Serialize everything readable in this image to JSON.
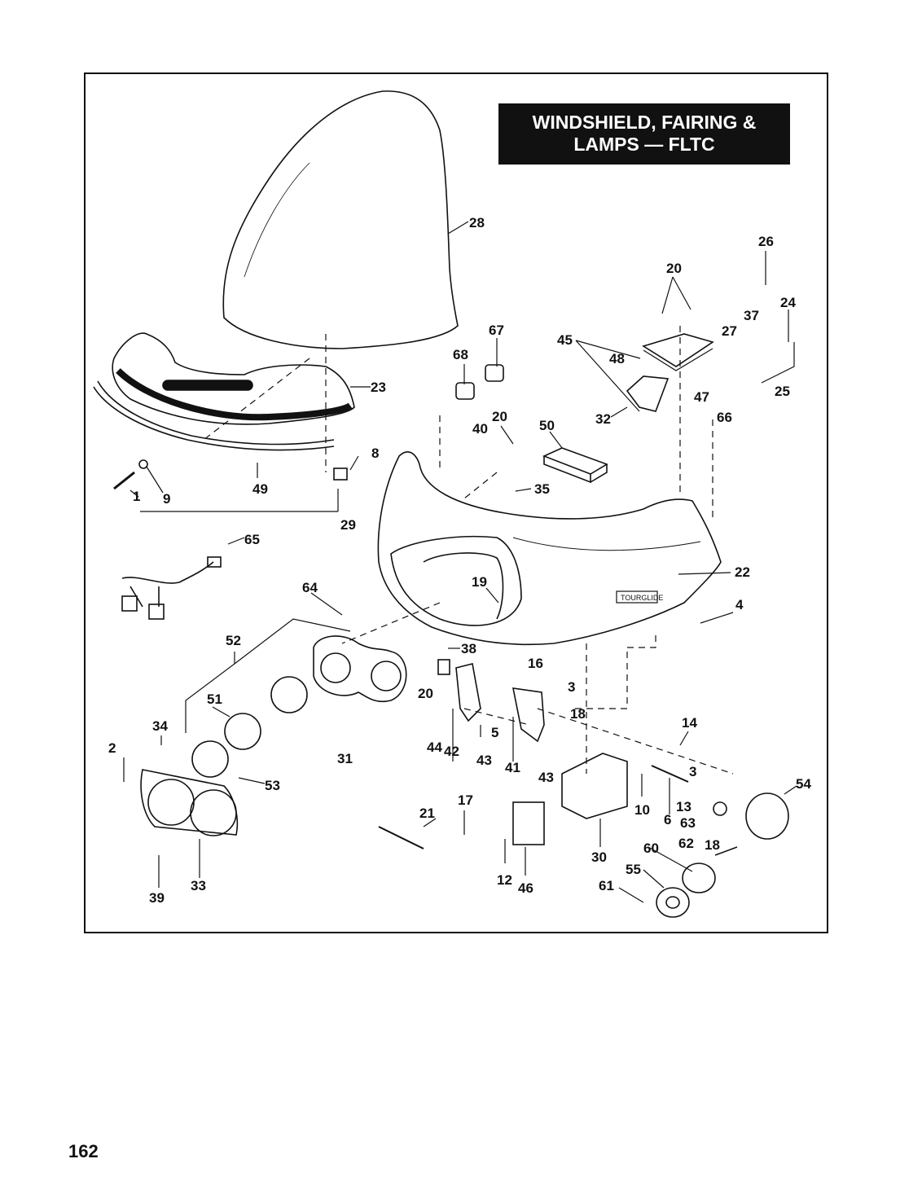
{
  "title": {
    "line1": "WINDSHIELD, FAIRING &",
    "line2": "LAMPS — FLTC"
  },
  "badge_text": "TOURGLIDE",
  "page_number": "162",
  "callouts": [
    "28",
    "26",
    "20",
    "24",
    "37",
    "27",
    "67",
    "45",
    "48",
    "68",
    "23",
    "47",
    "25",
    "20",
    "66",
    "32",
    "40",
    "50",
    "8",
    "35",
    "49",
    "1",
    "9",
    "29",
    "65",
    "22",
    "19",
    "4",
    "64",
    "38",
    "16",
    "52",
    "20",
    "3",
    "5",
    "51",
    "18",
    "34",
    "14",
    "31",
    "44",
    "42",
    "43",
    "41",
    "43",
    "2",
    "3",
    "53",
    "54",
    "10",
    "13",
    "6",
    "63",
    "21",
    "17",
    "30",
    "62",
    "18",
    "60",
    "12",
    "46",
    "55",
    "39",
    "33",
    "61"
  ],
  "colors": {
    "ink": "#111111",
    "title_bg": "#111111",
    "title_fg": "#ffffff"
  }
}
